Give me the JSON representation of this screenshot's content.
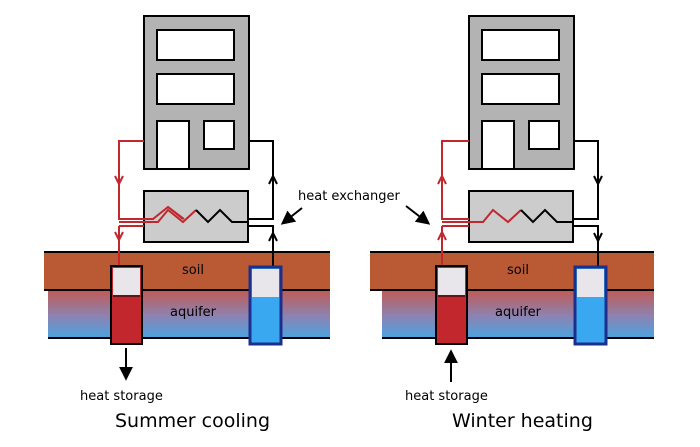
{
  "labels": {
    "heat_exchanger": "heat exchanger",
    "soil_left": "soil",
    "soil_right": "soil",
    "aquifer_left": "aquifer",
    "aquifer_right": "aquifer",
    "heat_storage_left": "heat storage",
    "heat_storage_right": "heat storage"
  },
  "captions": {
    "left": "Summer cooling",
    "right": "Winter heating"
  },
  "colors": {
    "building": "#b3b3b3",
    "soil": "#b95a35",
    "aquifer_top": "#c05a55",
    "aquifer_bottom": "#4aa3e0",
    "hot": "#c1272d",
    "cold": "#3aa8f0",
    "pipe_warm": "#c1272d",
    "pipe_cool": "#000000",
    "well_border_cold": "#1c2f8c",
    "exchanger": "#cccccc"
  }
}
